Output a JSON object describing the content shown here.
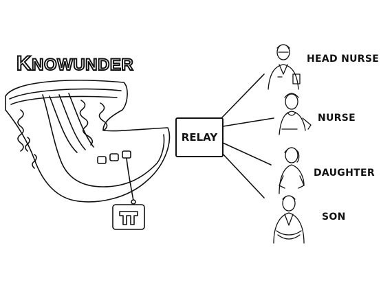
{
  "brand": {
    "first_letter": "K",
    "rest": "NOWUNDER"
  },
  "relay": {
    "label": "RELAY"
  },
  "recipients": [
    {
      "label": "HEAD NURSE"
    },
    {
      "label": "NURSE"
    },
    {
      "label": "DAUGHTER"
    },
    {
      "label": "SON"
    }
  ],
  "colors": {
    "ink": "#111111",
    "background": "#ffffff"
  }
}
